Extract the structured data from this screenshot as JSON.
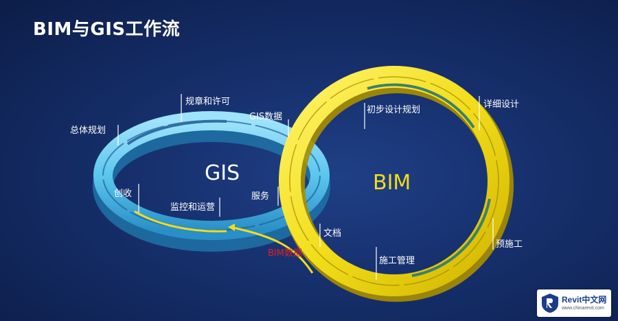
{
  "title": "BIM与GIS工作流",
  "gis_ring": {
    "label": "GIS",
    "stages": [
      "总体规划",
      "规章和许可",
      "GIS数据",
      "服务",
      "监控和运营",
      "创收"
    ]
  },
  "bim_ring": {
    "label": "BIM",
    "stages": [
      "初步设计规划",
      "详细设计",
      "预施工",
      "施工管理",
      "文档"
    ]
  },
  "bim_data_label": "BIM数据",
  "watermark": {
    "brand": "Revit中文网",
    "url": "www.chinarevit.com"
  },
  "colors": {
    "gis_ring": "#5cc6ee",
    "bim_ring": "#f2dd1a",
    "bim_data_text": "#e32020",
    "background": "#162f6b"
  }
}
